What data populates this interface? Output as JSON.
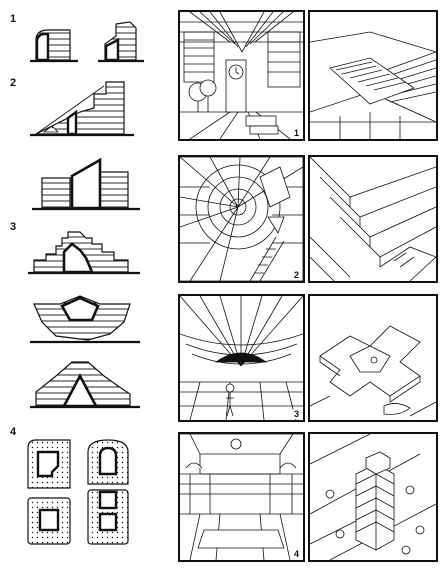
{
  "row_numbers": [
    "1",
    "2",
    "3",
    "4"
  ],
  "panel_numbers": [
    "1",
    "2",
    "3",
    "4"
  ],
  "colors": {
    "ink": "#111111",
    "paper": "#ffffff"
  }
}
